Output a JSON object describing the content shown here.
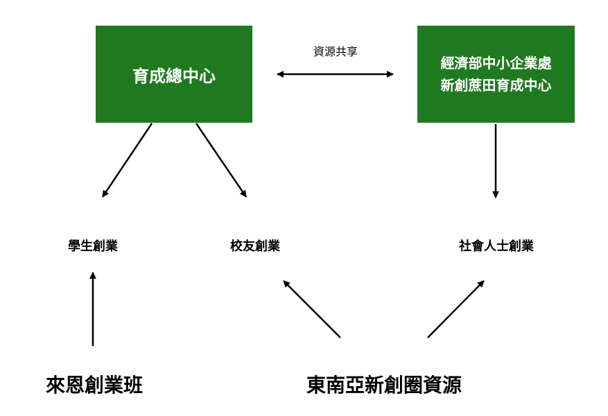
{
  "nodes": {
    "incubation_center": {
      "label": "育成總中心"
    },
    "moea_center": {
      "line1": "經濟部中小企業處",
      "line2": "新創蔗田育成中心"
    },
    "student_startup": {
      "label": "學生創業"
    },
    "alumni_startup": {
      "label": "校友創業"
    },
    "public_startup": {
      "label": "社會人士創業"
    },
    "laien_class": {
      "label": "來恩創業班"
    },
    "sea_resources": {
      "label": "東南亞新創圈資源"
    }
  },
  "edges": {
    "resource_sharing_label": "資源共享"
  },
  "colors": {
    "box_fill": "#1f7a1f",
    "box_text": "#ffffff",
    "arrow": "#000000"
  }
}
